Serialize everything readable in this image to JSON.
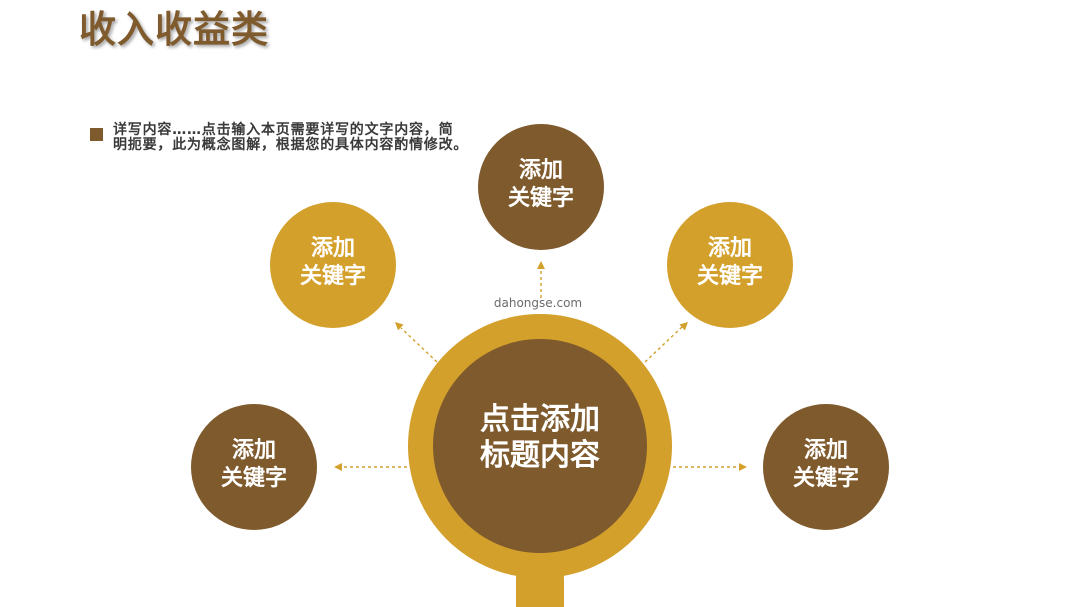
{
  "title": "收入收益类",
  "bullet": {
    "lines": [
      "详写内容……点击输入本页需要详写的文字内容，简",
      "明扼要，此为概念图解，根据您的具体内容酌情修改。"
    ]
  },
  "center": {
    "lines": [
      "点击添加",
      "标题内容"
    ]
  },
  "nodes": [
    {
      "lines": [
        "添加",
        "关键字"
      ],
      "fill": "#7F5A2D"
    },
    {
      "lines": [
        "添加",
        "关键字"
      ],
      "fill": "#D4A02C"
    },
    {
      "lines": [
        "添加",
        "关键字"
      ],
      "fill": "#D4A02C"
    },
    {
      "lines": [
        "添加",
        "关键字"
      ],
      "fill": "#7F5A2D"
    },
    {
      "lines": [
        "添加",
        "关键字"
      ],
      "fill": "#7F5A2D"
    }
  ],
  "watermark": "dahongse.com",
  "colors": {
    "title": "#7F5A2D",
    "brown": "#7F5A2D",
    "gold": "#D4A02C",
    "body_text": "#3A3A3A",
    "arrow": "#D4A02C",
    "background": "#FFFFFF"
  }
}
